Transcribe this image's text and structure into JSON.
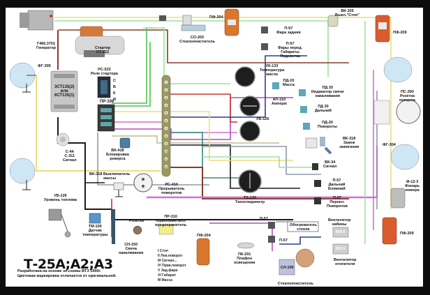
{
  "diagram": {
    "title": "Т-25А;А2;А3",
    "notes": [
      "Разработана на основе эл.схемы ВТЗ 1990г.",
      "Цветовая маркировка отличается от оригинальной."
    ],
    "legend": [
      "I Стоп",
      "II Лев.поворот",
      "III Сигнал...",
      "IV Прав.поворот",
      "V Зад.фара",
      "VI Габарит",
      "M Масса"
    ],
    "wire_colors": {
      "black": "#1a1a1a",
      "brown": "#8b3a2a",
      "red": "#c0392b",
      "green": "#4cc44c",
      "light_green": "#9be29b",
      "yellow": "#e8e07a",
      "pink": "#d070d0",
      "violet": "#b34cc4",
      "blue": "#2a3f8f",
      "grey": "#8e9aa8",
      "tan": "#c8b890",
      "teal": "#2e8b7a"
    },
    "components": {
      "generator": {
        "code": "Г466.3701",
        "name": "Генератор"
      },
      "starter": {
        "code": "Стартер",
        "name": "СТ-222"
      },
      "headlight_left_top": {
        "code": "ФГ-305",
        "name": ""
      },
      "battery": {
        "code": "3СТ135(2)",
        "alt": "или",
        "code2": "6СТ135(1)"
      },
      "starter_relay": {
        "code": "РС-523",
        "name": "Реле стартера",
        "pins": [
          "С",
          "Б",
          "К",
          "Я"
        ]
      },
      "fuse_block": {
        "code": "ПР-106",
        "name": ""
      },
      "reverse_lock": {
        "code": "ВК-418",
        "name": "Блокировка",
        "name2": "реверса"
      },
      "horn": {
        "code": "С-44",
        "code2": "С-311",
        "name": "Сигнал"
      },
      "mass_switch": {
        "code": "ВК-318",
        "name": "Выключатель",
        "name2": "массы"
      },
      "fuel_level": {
        "code": "УБ-126",
        "name": "Уровень топлива"
      },
      "temp_sensor": {
        "code": "ТМ-100",
        "name": "Датчик",
        "name2": "температуры"
      },
      "glow_plug": {
        "code": "СН-150",
        "name": "Свеча",
        "name2": "накаливания"
      },
      "socket": {
        "code": "Розетка",
        "name": ""
      },
      "thermo_fuse": {
        "code": "ПР-310",
        "name": "Термобиметалл.",
        "name2": "предохранитель"
      },
      "turn_breaker": {
        "code": "РС-410",
        "name": "Прерыватель",
        "name2": "поворотов"
      },
      "wiper_top": {
        "code": "СО-203",
        "name": "Стеклоочиститель"
      },
      "rear_lamp_top_left": {
        "code": "ПФ-204",
        "name": ""
      },
      "switch_rear_light": {
        "code": "П-57",
        "name": "Фара задняя"
      },
      "switch_front_lights": {
        "code": "П-57",
        "name": "Фары перед.",
        "name2": "Габариты",
        "name3": "Подсветка"
      },
      "stop_switch": {
        "code": "ВК-105",
        "name": "Выкл.\"Стоп\""
      },
      "rear_lamp_top_right": {
        "code": "ПФ-209",
        "name": ""
      },
      "oil_temp_gauge": {
        "code": "УК-133",
        "name": "Температура",
        "name2": "масла"
      },
      "lamp_mass": {
        "code": "ПД-20",
        "name": "Масса"
      },
      "lamp_glow": {
        "code": "ПД 20",
        "name": "Индикатор свечи",
        "name2": "накаливания"
      },
      "ammeter": {
        "code": "АП-110",
        "name": "Амперм"
      },
      "lamp_high": {
        "code": "ПД 20",
        "name": "Дальний"
      },
      "lamp_turns": {
        "code": "ПД-20",
        "name": "Повороты"
      },
      "fuel_gauge": {
        "code": "УБ-126",
        "name": ""
      },
      "ignition": {
        "code": "ВК-318",
        "name": "Замок",
        "name2": "зажигания"
      },
      "horn_button": {
        "code": "ВК-34",
        "name": "Сигнал"
      },
      "tachometer": {
        "code": "ТХ-120",
        "name": "Тахоспидометр"
      },
      "switch_high_low": {
        "code": "П-57",
        "name": "Дальний",
        "name2": "Ближний"
      },
      "switch_turns": {
        "code": "П-57",
        "name": "Перекл.",
        "name2": "Поворотов"
      },
      "trailer_socket": {
        "code": "ПС-300",
        "name": "Розетка",
        "name2": "прицепа"
      },
      "headlight_right": {
        "code": "ФГ-304",
        "name": ""
      },
      "plate_lamp": {
        "code": "Ф-12-3",
        "name": "Фонарь",
        "name2": "номера"
      },
      "rear_lamp_bottom_right": {
        "code": "ПФ-209",
        "name": ""
      },
      "glass_heater": {
        "code": "Обогреватель",
        "name": "стекла"
      },
      "switch_heater": {
        "code": "П-57",
        "name": ""
      },
      "switch_fan": {
        "code": "П-57",
        "name": ""
      },
      "cab_fan": {
        "code": "Вентилятор",
        "name": "кабины",
        "motor": "МЭ-5"
      },
      "heater_fan": {
        "code": "Вентилятор",
        "name": "отопителя",
        "motor": "МЭ-5"
      },
      "wiper_bottom": {
        "code": "СЛ-100",
        "name": "Стеклоочиститель"
      },
      "cab_lamp": {
        "code": "ПК-201",
        "name": "Плафон",
        "name2": "освещения"
      },
      "rear_lamp_bottom_left": {
        "code": "ПФ-204",
        "name": ""
      }
    },
    "terminal_block_numbers": [
      "1",
      "2",
      "3",
      "4",
      "5",
      "6",
      "7",
      "8",
      "9",
      "10",
      "11",
      "12"
    ]
  }
}
